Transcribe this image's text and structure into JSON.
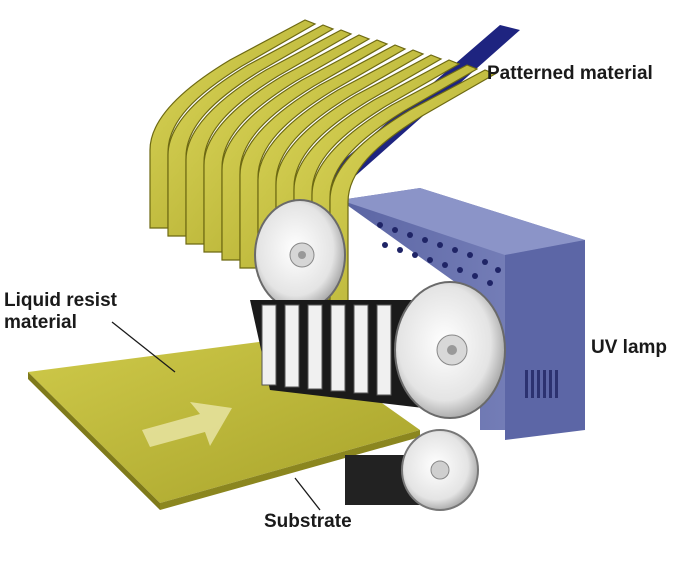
{
  "labels": {
    "patterned_material": "Patterned material",
    "liquid_resist_line1": "Liquid resist",
    "liquid_resist_line2": "material",
    "uv_lamp": "UV lamp",
    "substrate": "Substrate"
  },
  "colors": {
    "film_yellow": "#c9c235",
    "film_yellow_light": "#dcd75a",
    "film_yellow_dark": "#8f8a1e",
    "backing_blue": "#2a2f8a",
    "lamp_blue": "#6f79b4",
    "lamp_blue_dark": "#4f5896",
    "substrate_yellow": "#bdb838",
    "roller_silver": "#e6e6e6"
  }
}
